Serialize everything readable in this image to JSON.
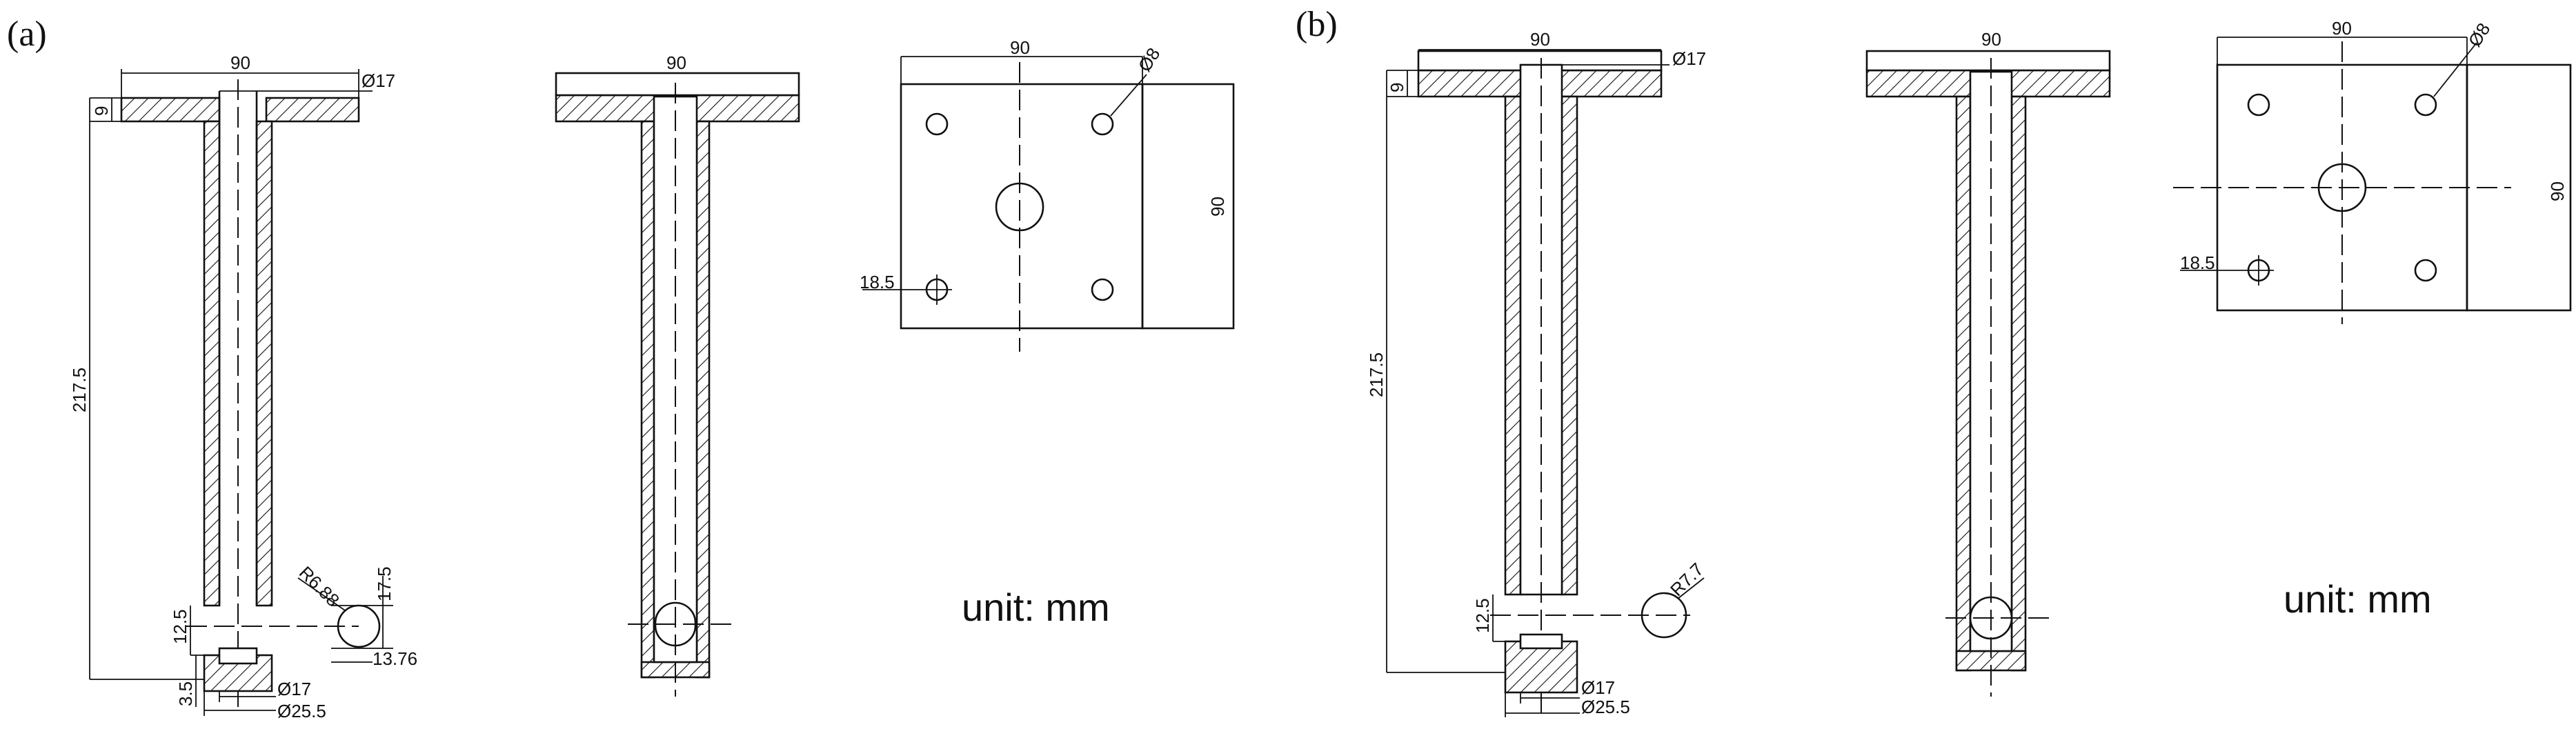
{
  "panel_a": {
    "label": "(a)",
    "dims": {
      "top_width": "90",
      "top_hole": "Ø17",
      "flange_thickness": "9",
      "length": "217.5",
      "fillet": "R6.88",
      "slot_height": "17.5",
      "slot_width": "13.76",
      "slot_offset": "12.5",
      "base_thickness": "3.5",
      "inner_dia": "Ø17",
      "outer_dia": "Ø25.5"
    },
    "side": {
      "top_width": "90"
    },
    "plan": {
      "width": "90",
      "height": "90",
      "hole": "Ø8",
      "offset": "18.5"
    },
    "unit": "unit:  mm"
  },
  "panel_b": {
    "label": "(b)",
    "dims": {
      "top_width": "90",
      "top_hole": "Ø17",
      "flange_thickness": "9",
      "length": "217.5",
      "fillet": "R7.7",
      "slot_offset": "12.5",
      "inner_dia": "Ø17",
      "outer_dia": "Ø25.5"
    },
    "side": {
      "top_width": "90"
    },
    "plan": {
      "width": "90",
      "height": "90",
      "hole": "Ø8",
      "offset": "18.5"
    },
    "unit": "unit:  mm"
  }
}
